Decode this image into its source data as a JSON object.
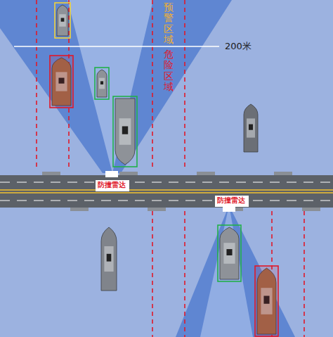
{
  "diagram": {
    "nodes": [
      {
        "text": [
          "防撞雷达"
        ]
      },
      {
        "text": [
          "防撞雷达"
        ]
      }
    ],
    "labels": [
      "预警区域",
      "危险区域",
      "200米"
    ]
  }
}
